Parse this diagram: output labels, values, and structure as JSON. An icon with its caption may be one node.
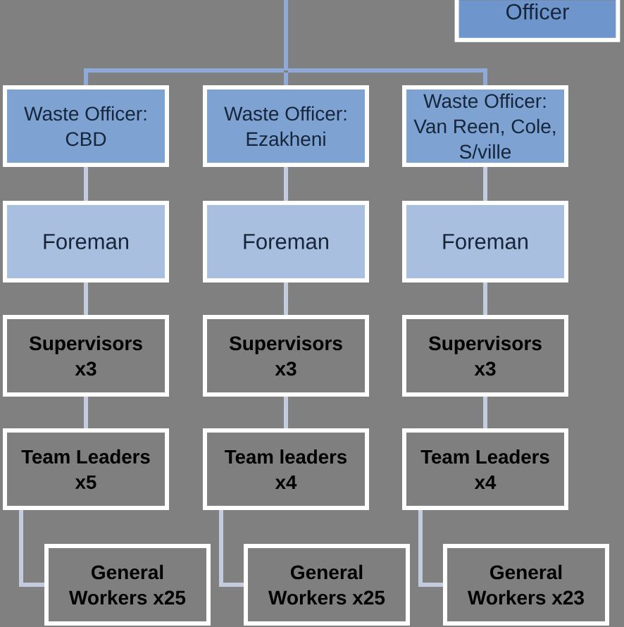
{
  "diagram": {
    "nodes": [
      {
        "text": [
          "Officer"
        ]
      },
      {
        "text": [
          "Waste Officer: CBD"
        ]
      },
      {
        "text": [
          "Waste Officer: Ezakheni"
        ]
      },
      {
        "text": [
          "Waste Officer: Van Reen, Cole, S/ville"
        ]
      },
      {
        "text": [
          "Foreman"
        ]
      },
      {
        "text": [
          "Foreman"
        ]
      },
      {
        "text": [
          "Foreman"
        ]
      },
      {
        "text": [
          "Supervisors x3"
        ]
      },
      {
        "text": [
          "Supervisors x3"
        ]
      },
      {
        "text": [
          "Supervisors x3"
        ]
      },
      {
        "text": [
          "Team Leaders x5"
        ]
      },
      {
        "text": [
          "Team leaders x4"
        ]
      },
      {
        "text": [
          "Team Leaders x4"
        ]
      },
      {
        "text": [
          "General Workers x25"
        ]
      },
      {
        "text": [
          "General Workers x25"
        ]
      },
      {
        "text": [
          "General Workers x23"
        ]
      }
    ],
    "edges": [
      {
        "from": null,
        "to": 1,
        "arrow": "none",
        "color": "#8eaad8"
      },
      {
        "from": null,
        "to": 2,
        "arrow": "none",
        "color": "#8eaad8"
      },
      {
        "from": null,
        "to": 3,
        "arrow": "none",
        "color": "#8eaad8"
      },
      {
        "from": 1,
        "to": 4,
        "arrow": "none"
      },
      {
        "from": 2,
        "to": 5,
        "arrow": "none"
      },
      {
        "from": 3,
        "to": 6,
        "arrow": "none"
      },
      {
        "from": 4,
        "to": 7,
        "arrow": "none"
      },
      {
        "from": 5,
        "to": 8,
        "arrow": "none"
      },
      {
        "from": 6,
        "to": 9,
        "arrow": "none"
      },
      {
        "from": 7,
        "to": 10,
        "arrow": "none"
      },
      {
        "from": 8,
        "to": 11,
        "arrow": "none"
      },
      {
        "from": 9,
        "to": 12,
        "arrow": "none"
      },
      {
        "from": 10,
        "to": 13,
        "arrow": "none"
      },
      {
        "from": 11,
        "to": 14,
        "arrow": "none"
      },
      {
        "from": 12,
        "to": 15,
        "arrow": "none"
      }
    ]
  }
}
